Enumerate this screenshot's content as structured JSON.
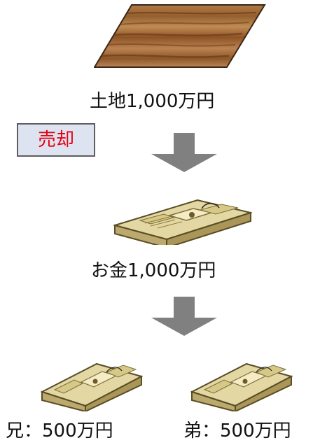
{
  "labels": {
    "land": "土地1,000万円",
    "sale": "売却",
    "money": "お金1,000万円",
    "older_brother": "兄：500万円",
    "younger_brother": "弟：500万円"
  },
  "colors": {
    "sale_text": "#e60012",
    "sale_background": "#dee3f1",
    "arrow": "#808080",
    "land_wood": "#8b5a2b",
    "money_bundle": "#d8cf99"
  },
  "icons": {
    "land": "land-icon",
    "money": "money-bundle-icon",
    "arrow": "down-arrow-icon"
  }
}
